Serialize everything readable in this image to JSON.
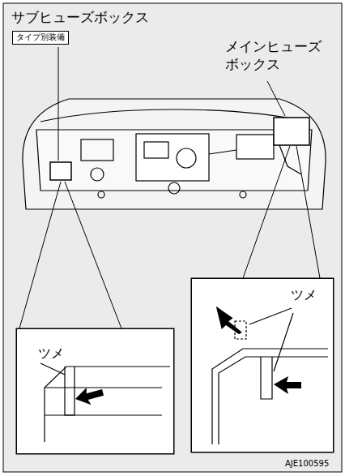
{
  "diagram": {
    "nodes": [
      {
        "text": [
          "タイプ別装備"
        ]
      },
      {
        "text": [
          "ツメ"
        ]
      },
      {
        "text": [
          "ツメ"
        ]
      }
    ],
    "labels": [
      "サブヒューズボックス",
      "メインヒューズ ボックス",
      "AJE100595"
    ]
  }
}
